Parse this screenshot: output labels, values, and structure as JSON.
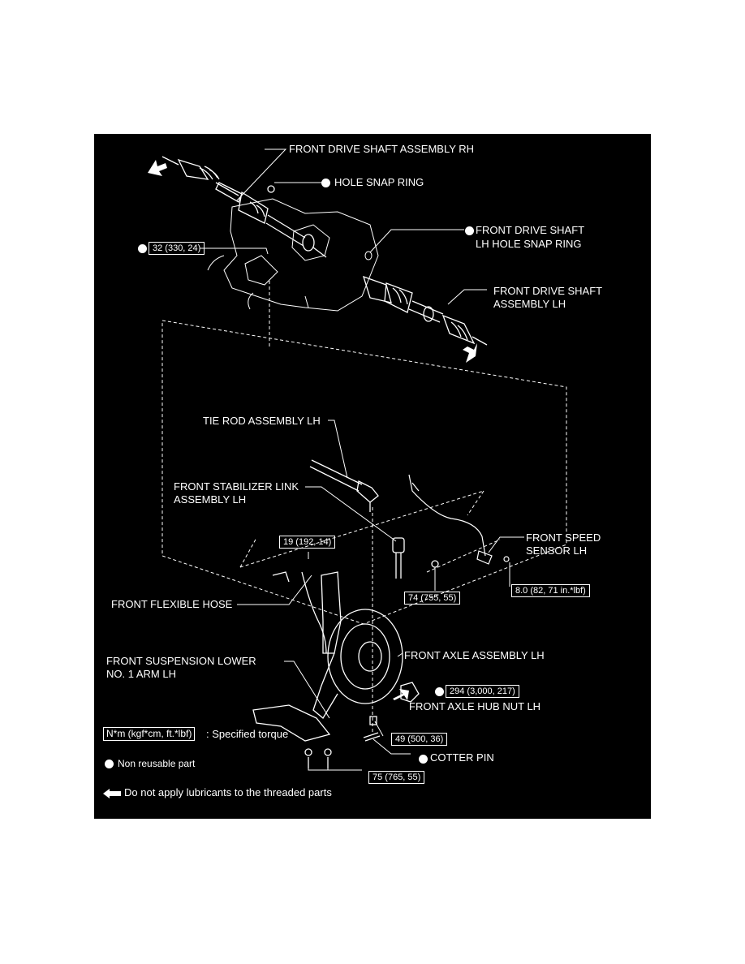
{
  "labels": {
    "drive_shaft_rh": "FRONT DRIVE SHAFT ASSEMBLY RH",
    "hole_snap_ring": "HOLE SNAP RING",
    "lh_hole_snap_ring_line1": "FRONT DRIVE SHAFT",
    "lh_hole_snap_ring_line2": "LH HOLE SNAP RING",
    "drive_shaft_lh_line1": "FRONT DRIVE SHAFT",
    "drive_shaft_lh_line2": "ASSEMBLY LH",
    "tie_rod": "TIE ROD ASSEMBLY LH",
    "stabilizer_line1": "FRONT STABILIZER LINK",
    "stabilizer_line2": "ASSEMBLY LH",
    "speed_sensor_line1": "FRONT SPEED",
    "speed_sensor_line2": "SENSOR LH",
    "flexible_hose": "FRONT FLEXIBLE HOSE",
    "axle_assembly": "FRONT AXLE ASSEMBLY LH",
    "lower_arm_line1": "FRONT SUSPENSION LOWER",
    "lower_arm_line2": "NO. 1 ARM LH",
    "hub_nut": "FRONT AXLE HUB NUT LH",
    "cotter_pin": "COTTER PIN"
  },
  "torques": {
    "t32": "32 (330, 24)",
    "t19": "19 (192, 14)",
    "t74": "74 (755, 55)",
    "t8": "8.0 (82, 71 in.*lbf)",
    "t294": "294 (3,000, 217)",
    "t49": "49 (500, 36)",
    "t75": "75 (765, 55)"
  },
  "legend": {
    "unit_box": "N*m (kgf*cm, ft.*lbf)",
    "unit_text": ": Specified torque",
    "non_reusable": "Non reusable part",
    "no_lubricant": "Do not apply lubricants to the threaded parts"
  },
  "colors": {
    "background": "#000000",
    "ink": "#ffffff"
  }
}
